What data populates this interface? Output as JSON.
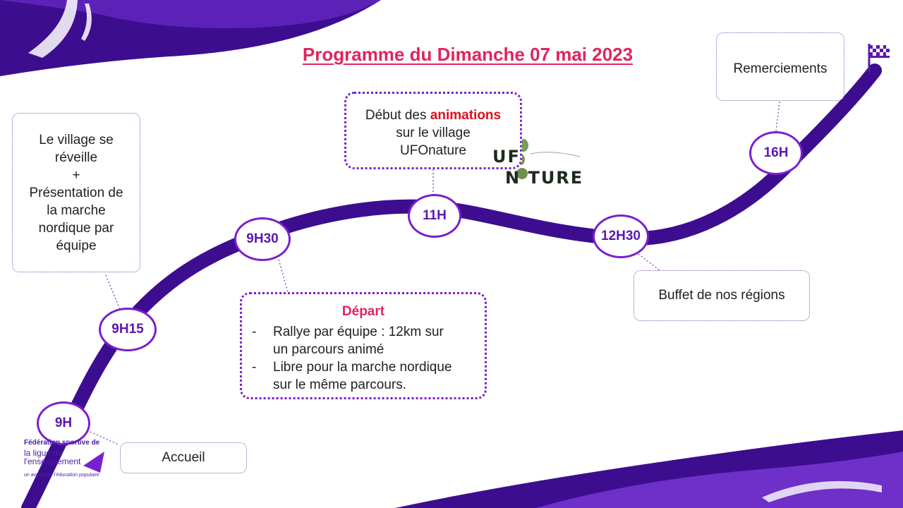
{
  "title": "Programme du Dimanche 07 mai 2023",
  "colors": {
    "path": "#3d0d8f",
    "accent": "#7a1fd0",
    "title": "#e0245e",
    "highlight": "#e0101c"
  },
  "nodes": [
    {
      "id": "9h",
      "label": "9H"
    },
    {
      "id": "9h15",
      "label": "9H15"
    },
    {
      "id": "9h30",
      "label": "9H30"
    },
    {
      "id": "11h",
      "label": "11H"
    },
    {
      "id": "12h30",
      "label": "12H30"
    },
    {
      "id": "16h",
      "label": "16H"
    }
  ],
  "boxes": {
    "accueil": "Accueil",
    "village": {
      "l1": "Le village se",
      "l2": "réveille",
      "l3": "+",
      "l4": "Présentation de",
      "l5": "la marche",
      "l6": "nordique par",
      "l7": "équipe"
    },
    "depart": {
      "heading": "Départ",
      "items": [
        {
          "l1": "Rallye par équipe : 12km sur",
          "l2": "un parcours animé"
        },
        {
          "l1": "Libre pour la marche nordique",
          "l2": "sur le même parcours."
        }
      ]
    },
    "animations": {
      "pre": "Début des ",
      "highlight": "animations",
      "l2": "sur le village",
      "l3": "UFOnature"
    },
    "buffet": "Buffet de nos régions",
    "remerciements": "Remerciements"
  },
  "logos": {
    "ufo_line1": "UF",
    "ufo_line2": "N TURE",
    "federation_line1": "Fédération sportive de",
    "federation_line2": "la ligue de l'enseignement",
    "federation_line3": "un avenir par l'éducation populaire"
  },
  "icons": {
    "finish": "checkered-flag-icon"
  }
}
